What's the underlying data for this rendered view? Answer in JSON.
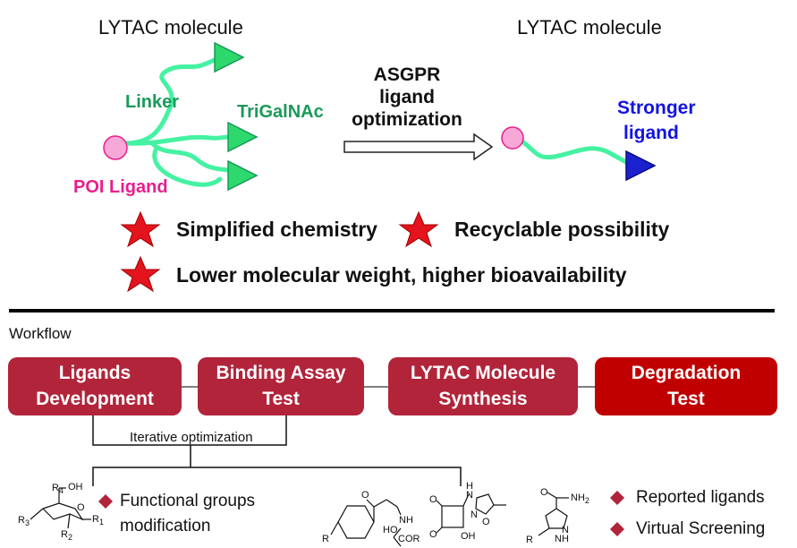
{
  "top": {
    "left_title": "LYTAC  molecule",
    "right_title": "LYTAC  molecule",
    "linker_label": "Linker",
    "trigalnac_label": "TriGalNAc",
    "poi_label": "POI Ligand",
    "stronger_label_line1": "Stronger",
    "stronger_label_line2": "ligand",
    "arrow_label_line1": "ASGPR",
    "arrow_label_line2": "ligand",
    "arrow_label_line3": "optimization"
  },
  "advantages": [
    {
      "label": "Simplified chemistry",
      "icon": "red-star-icon"
    },
    {
      "label": "Recyclable possibility",
      "icon": "red-star-icon"
    },
    {
      "label": "Lower molecular weight, higher bioavailability",
      "icon": "red-star-icon"
    }
  ],
  "workflow": {
    "heading": "Workflow",
    "steps": [
      {
        "line1": "Ligands",
        "line2": "Development"
      },
      {
        "line1": "Binding Assay",
        "line2": "Test"
      },
      {
        "line1": "LYTAC Molecule",
        "line2": "Synthesis"
      },
      {
        "line1": "Degradation",
        "line2": "Test"
      }
    ],
    "loop_label": "Iterative optimization"
  },
  "strategies": {
    "left_line1": "Functional groups",
    "left_line2": "modification",
    "right_items": [
      "Reported ligands",
      "Virtual Screening"
    ]
  },
  "chem": {
    "sugar": {
      "r4": "R",
      "r4_sub": "4",
      "oh": "OH",
      "r3": "R",
      "r3_sub": "3",
      "r2": "R",
      "r2_sub": "2",
      "r1": "R",
      "r1_sub": "1",
      "o": "O"
    },
    "mol2": {
      "o": "O",
      "nh": "NH",
      "ho": "HO",
      "cor": "COR",
      "r": "R"
    },
    "mol3": {
      "h": "H",
      "n": "N",
      "o1": "O",
      "o2": "O",
      "oh": "OH",
      "n2": "N",
      "o3": "O"
    },
    "mol4": {
      "o": "O",
      "nh2": "NH",
      "nh2_sub": "2",
      "n": "N",
      "nh": "NH",
      "r": "R"
    }
  },
  "colors": {
    "linker_green": "#3cf2a0",
    "trigalnac_green": "#1a9a5a",
    "poi_pink": "#e91e8c",
    "stronger_blue": "#1414e0",
    "box_red": "#b1243a",
    "box_dark_red": "#c00000",
    "star_red": "#e3141d"
  }
}
